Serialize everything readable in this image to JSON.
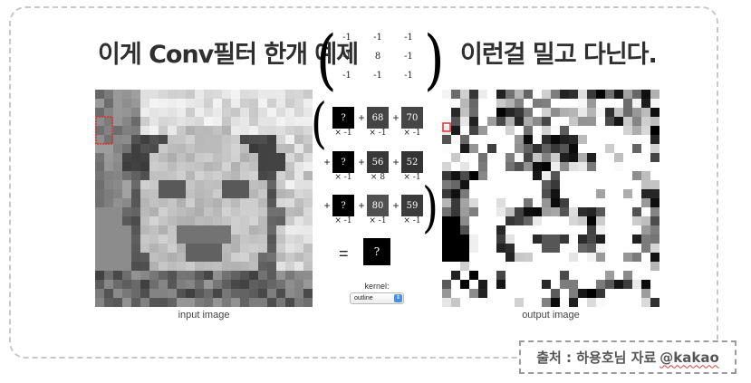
{
  "heading": {
    "left": "이게 Conv필터 한개 예제",
    "right": "이런걸 밀고 다닌다."
  },
  "kernel_matrix": [
    "-1",
    "-1",
    "-1",
    "-1",
    "8",
    "-1",
    "-1",
    "-1",
    "-1"
  ],
  "calculation": {
    "rows": [
      {
        "cells": [
          {
            "value": "?",
            "multiplier": "× -1",
            "color": "#000000"
          },
          {
            "value": "68",
            "multiplier": "× -1",
            "color": "#444444"
          },
          {
            "value": "70",
            "multiplier": "× -1",
            "color": "#464646"
          }
        ]
      },
      {
        "cells": [
          {
            "value": "?",
            "multiplier": "× -1",
            "color": "#000000"
          },
          {
            "value": "56",
            "multiplier": "× 8",
            "color": "#383838"
          },
          {
            "value": "52",
            "multiplier": "× -1",
            "color": "#343434"
          }
        ]
      },
      {
        "cells": [
          {
            "value": "?",
            "multiplier": "× -1",
            "color": "#000000"
          },
          {
            "value": "80",
            "multiplier": "× -1",
            "color": "#505050"
          },
          {
            "value": "59",
            "multiplier": "× -1",
            "color": "#3b3b3b"
          }
        ]
      }
    ],
    "plus_sign": "+",
    "equals_sign": "=",
    "result": "?"
  },
  "kernel_control": {
    "label": "kernel:",
    "selected": "outline"
  },
  "captions": {
    "input": "input image",
    "output": "output image"
  },
  "source": {
    "prefix": "출처 : 하용호님 자료",
    "handle": "@kakao"
  },
  "colors": {
    "heading": "#2f2f2f",
    "highlight_box": "#e03030",
    "frame_border": "#c8c8c8",
    "stepper_blue": "#4a90e2"
  }
}
